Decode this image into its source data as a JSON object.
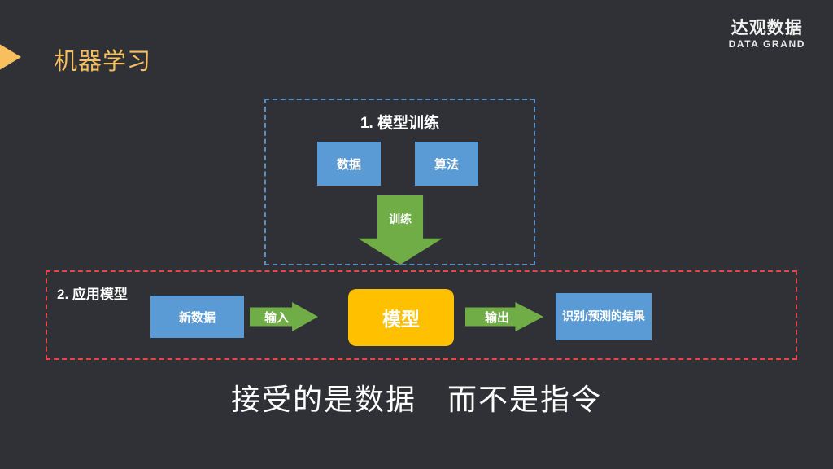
{
  "slide": {
    "background_color": "#2f3136",
    "title": "机器学习",
    "title_color": "#f7bf5e",
    "caption": "接受的是数据　而不是指令"
  },
  "logo": {
    "cn": "达观数据",
    "en": "DATA GRAND"
  },
  "training_panel": {
    "title": "1. 模型训练",
    "border_color": "#5b8ec4",
    "boxes": [
      {
        "label": "数据",
        "color": "#5b9bd5"
      },
      {
        "label": "算法",
        "color": "#5b9bd5"
      }
    ],
    "arrow": {
      "label": "训练",
      "color": "#70ad47",
      "direction": "down"
    }
  },
  "apply_panel": {
    "title": "2. 应用模型",
    "border_color": "#e8444a",
    "input_box": {
      "label": "新数据",
      "color": "#5b9bd5"
    },
    "input_arrow": {
      "label": "输入",
      "color": "#70ad47",
      "direction": "right"
    },
    "model_box": {
      "label": "模型",
      "color": "#ffc000"
    },
    "output_arrow": {
      "label": "输出",
      "color": "#70ad47",
      "direction": "right"
    },
    "result_box": {
      "label": "识别/预测的结果",
      "color": "#5b9bd5"
    }
  }
}
